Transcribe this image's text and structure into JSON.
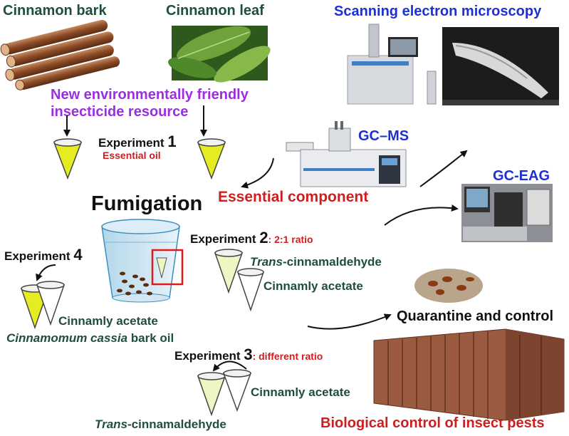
{
  "labels": {
    "cinnamon_bark": "Cinnamon bark",
    "cinnamon_leaf": "Cinnamon leaf",
    "sem": "Scanning electron microscopy",
    "resource_line1": "New environmentally friendly",
    "resource_line2": "insecticide resource",
    "gcms": "GC–MS",
    "gceag": "GC-EAG",
    "essential_component": "Essential component",
    "fumigation": "Fumigation",
    "quarantine": "Quarantine and control",
    "biocontrol": "Biological control of insect pests"
  },
  "experiments": {
    "e1": {
      "word": "Experiment",
      "num": "1",
      "note": "Essential oil"
    },
    "e2": {
      "word": "Experiment",
      "num": "2",
      "note": ": 2:1 ratio"
    },
    "e3": {
      "word": "Experiment",
      "num": "3",
      "note": ": different ratio"
    },
    "e4": {
      "word": "Experiment",
      "num": "4"
    }
  },
  "compounds": {
    "trans_prefix": "Trans",
    "trans_suffix": "-cinnamaldehyde",
    "acetate": "Cinnamly acetate",
    "cassia_italic": "Cinnamomum cassia",
    "cassia_rest": " bark oil"
  },
  "colors": {
    "yellow_oil": "#e6ec22",
    "pale_green": "#eef6c4",
    "red_box": "#e01a1a"
  }
}
